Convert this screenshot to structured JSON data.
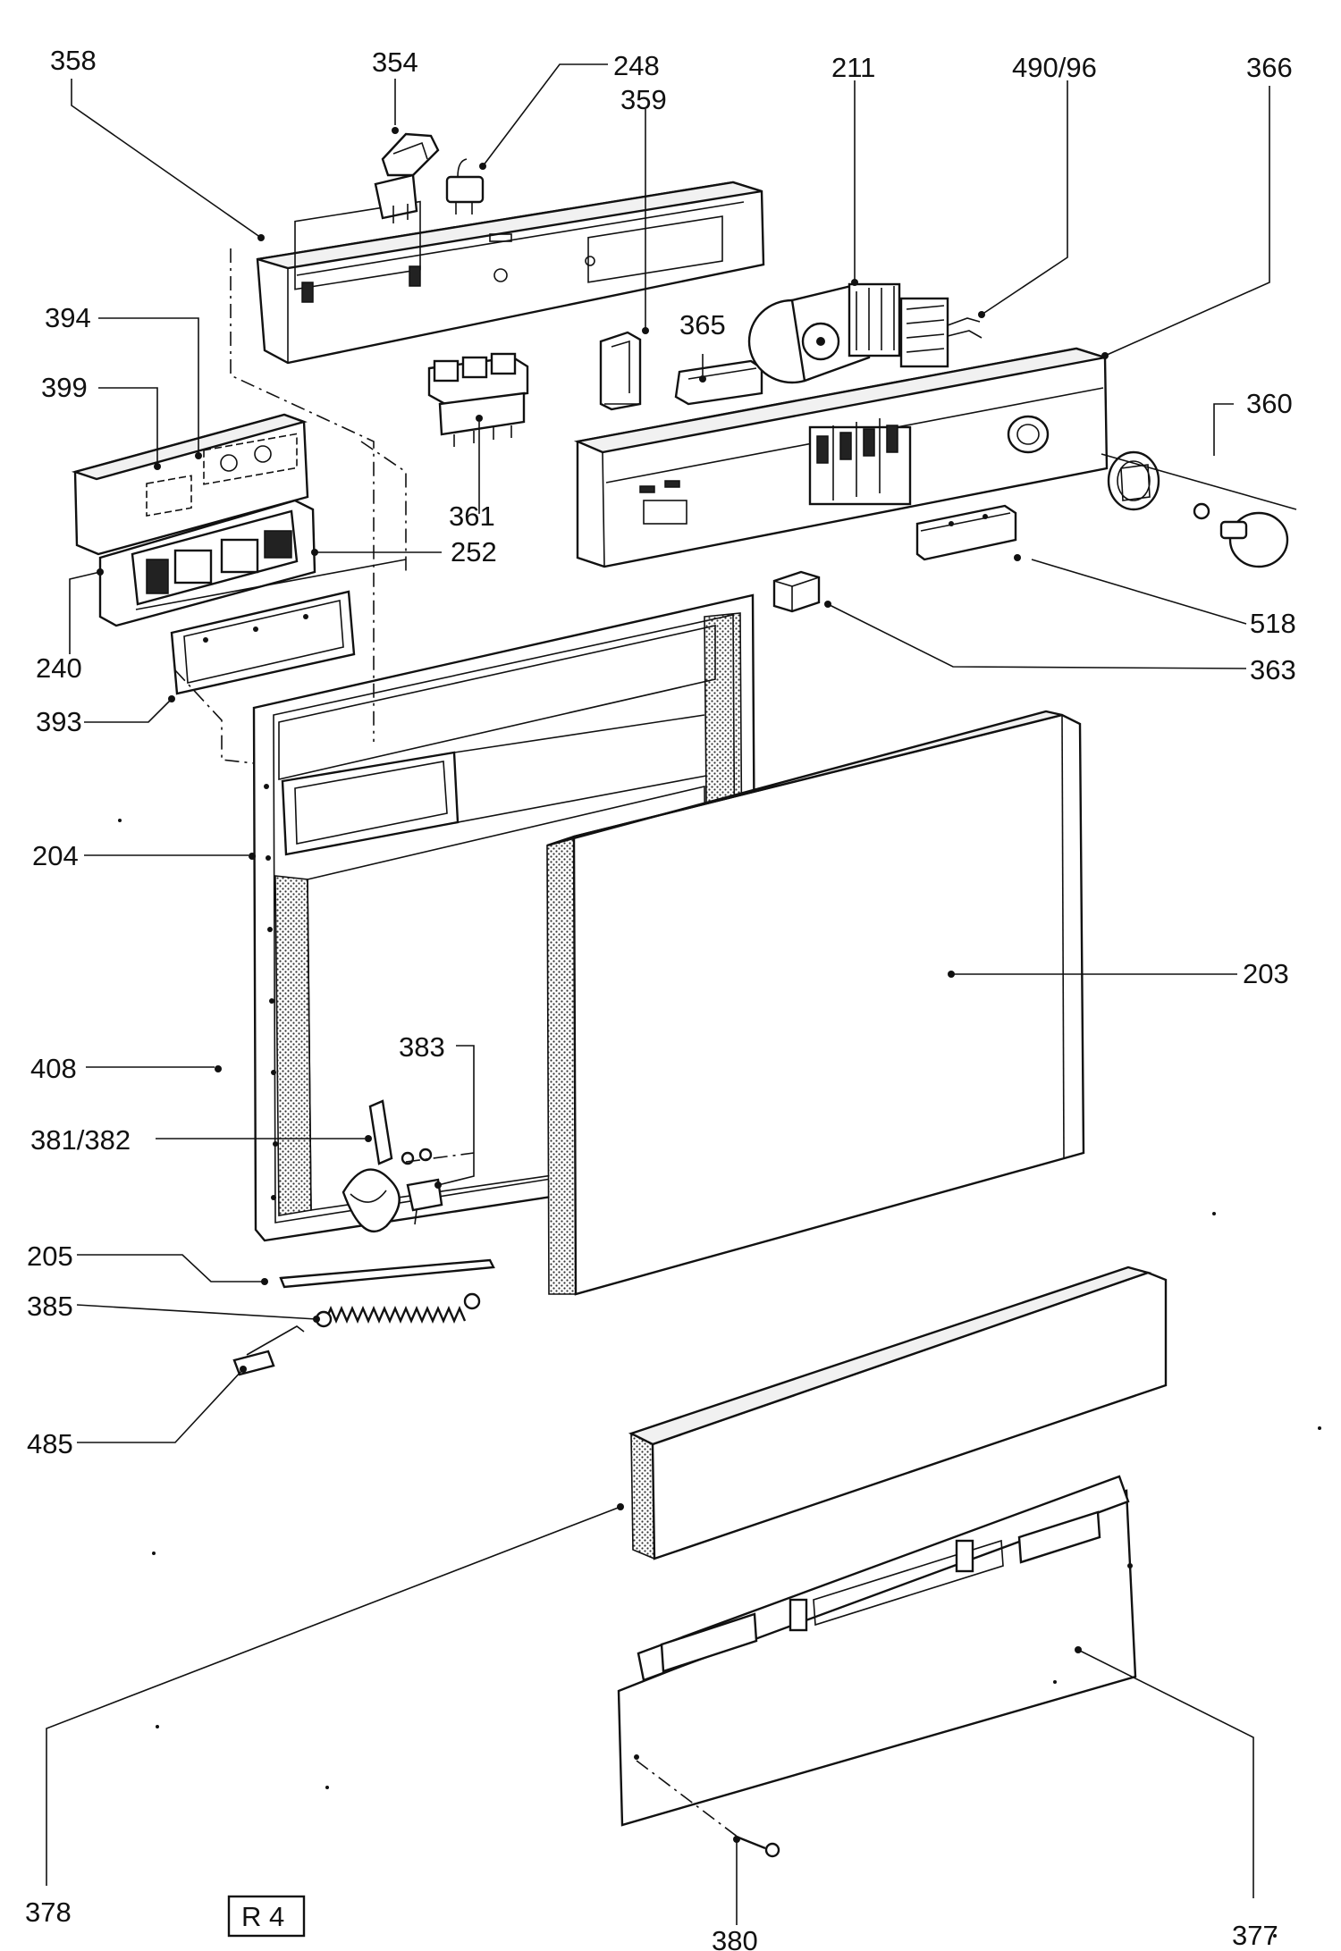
{
  "part_labels": [
    {
      "id": "358",
      "text": "358"
    },
    {
      "id": "354",
      "text": "354"
    },
    {
      "id": "248",
      "text": "248"
    },
    {
      "id": "359",
      "text": "359"
    },
    {
      "id": "211",
      "text": "211"
    },
    {
      "id": "490-96",
      "text": "490/96"
    },
    {
      "id": "366",
      "text": "366"
    },
    {
      "id": "394",
      "text": "394"
    },
    {
      "id": "399",
      "text": "399"
    },
    {
      "id": "365",
      "text": "365"
    },
    {
      "id": "360",
      "text": "360"
    },
    {
      "id": "361",
      "text": "361"
    },
    {
      "id": "252",
      "text": "252"
    },
    {
      "id": "240",
      "text": "240"
    },
    {
      "id": "518",
      "text": "518"
    },
    {
      "id": "363",
      "text": "363"
    },
    {
      "id": "393",
      "text": "393"
    },
    {
      "id": "204",
      "text": "204"
    },
    {
      "id": "203",
      "text": "203"
    },
    {
      "id": "408",
      "text": "408"
    },
    {
      "id": "383",
      "text": "383"
    },
    {
      "id": "381-382",
      "text": "381/382"
    },
    {
      "id": "205",
      "text": "205"
    },
    {
      "id": "385",
      "text": "385"
    },
    {
      "id": "485",
      "text": "485"
    },
    {
      "id": "378",
      "text": "378"
    },
    {
      "id": "380",
      "text": "380"
    },
    {
      "id": "377",
      "text": "377"
    }
  ],
  "revision_box": {
    "text": "R 4"
  }
}
